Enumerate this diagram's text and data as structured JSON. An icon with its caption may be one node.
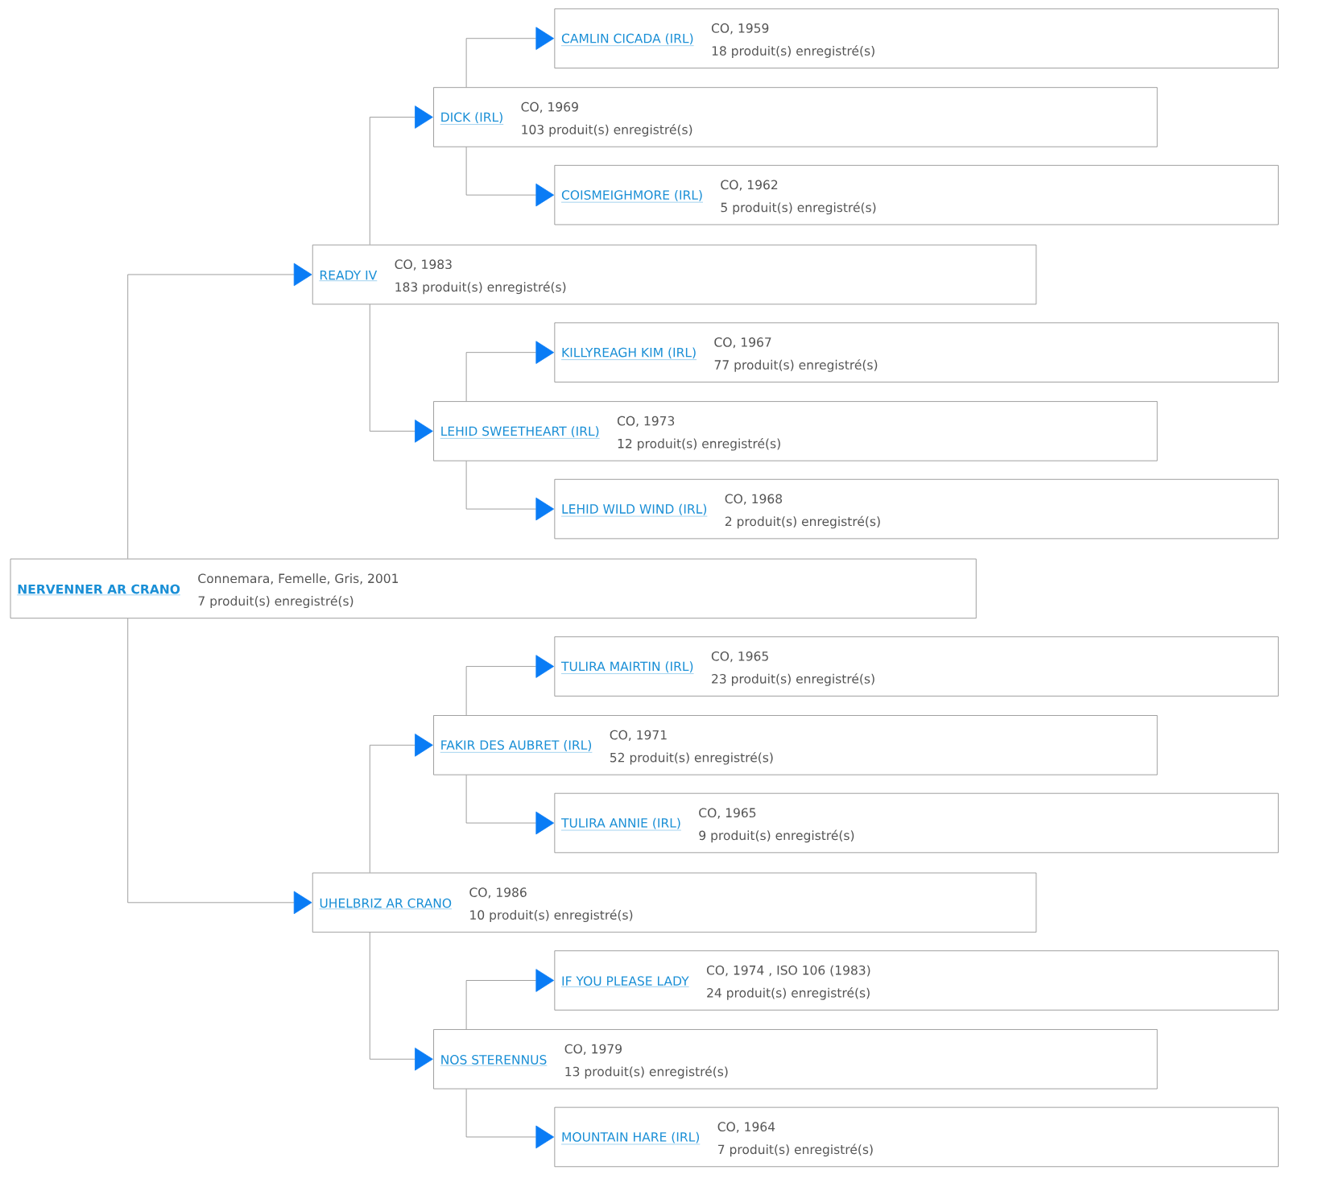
{
  "diagram": {
    "nodes": [
      {
        "text": [
          "CAMLIN CICADA (IRL)",
          "CO, 1959",
          "18 produit(s) enregistré(s)"
        ]
      },
      {
        "text": [
          "DICK (IRL)",
          "CO, 1969",
          "103 produit(s) enregistré(s)"
        ]
      },
      {
        "text": [
          "COISMEIGHMORE (IRL)",
          "CO, 1962",
          "5 produit(s) enregistré(s)"
        ]
      },
      {
        "text": [
          "READY IV",
          "CO, 1983",
          "183 produit(s) enregistré(s)"
        ]
      },
      {
        "text": [
          "KILLYREAGH KIM (IRL)",
          "CO, 1967",
          "77 produit(s) enregistré(s)"
        ]
      },
      {
        "text": [
          "LEHID SWEETHEART (IRL)",
          "CO, 1973",
          "12 produit(s) enregistré(s)"
        ]
      },
      {
        "text": [
          "LEHID WILD WIND (IRL)",
          "CO, 1968",
          "2 produit(s) enregistré(s)"
        ]
      },
      {
        "text": [
          "NERVENNER AR CRANO",
          "Connemara, Femelle, Gris, 2001",
          "7 produit(s) enregistré(s)"
        ]
      },
      {
        "text": [
          "TULIRA MAIRTIN (IRL)",
          "CO, 1965",
          "23 produit(s) enregistré(s)"
        ]
      },
      {
        "text": [
          "FAKIR DES AUBRET (IRL)",
          "CO, 1971",
          "52 produit(s) enregistré(s)"
        ]
      },
      {
        "text": [
          "TULIRA ANNIE (IRL)",
          "CO, 1965",
          "9 produit(s) enregistré(s)"
        ]
      },
      {
        "text": [
          "UHELBRIZ AR CRANO",
          "CO, 1986",
          "10 produit(s) enregistré(s)"
        ]
      },
      {
        "text": [
          "IF YOU PLEASE LADY",
          "CO, 1974 , ISO 106 (1983)",
          "24 produit(s) enregistré(s)"
        ]
      },
      {
        "text": [
          "NOS STERENNUS",
          "CO, 1979",
          "13 produit(s) enregistré(s)"
        ]
      },
      {
        "text": [
          "MOUNTAIN HARE (IRL)",
          "CO, 1964",
          "7 produit(s) enregistré(s)"
        ]
      }
    ],
    "edges": [
      {
        "from": 7,
        "to": 3,
        "arrow": "to"
      },
      {
        "from": 7,
        "to": 11,
        "arrow": "to"
      },
      {
        "from": 3,
        "to": 1,
        "arrow": "to"
      },
      {
        "from": 3,
        "to": 5,
        "arrow": "to"
      },
      {
        "from": 1,
        "to": 0,
        "arrow": "to"
      },
      {
        "from": 1,
        "to": 2,
        "arrow": "to"
      },
      {
        "from": 5,
        "to": 4,
        "arrow": "to"
      },
      {
        "from": 5,
        "to": 6,
        "arrow": "to"
      },
      {
        "from": 11,
        "to": 9,
        "arrow": "to"
      },
      {
        "from": 11,
        "to": 13,
        "arrow": "to"
      },
      {
        "from": 9,
        "to": 8,
        "arrow": "to"
      },
      {
        "from": 9,
        "to": 10,
        "arrow": "to"
      },
      {
        "from": 13,
        "to": 12,
        "arrow": "to"
      },
      {
        "from": 13,
        "to": 14,
        "arrow": "to"
      }
    ]
  }
}
